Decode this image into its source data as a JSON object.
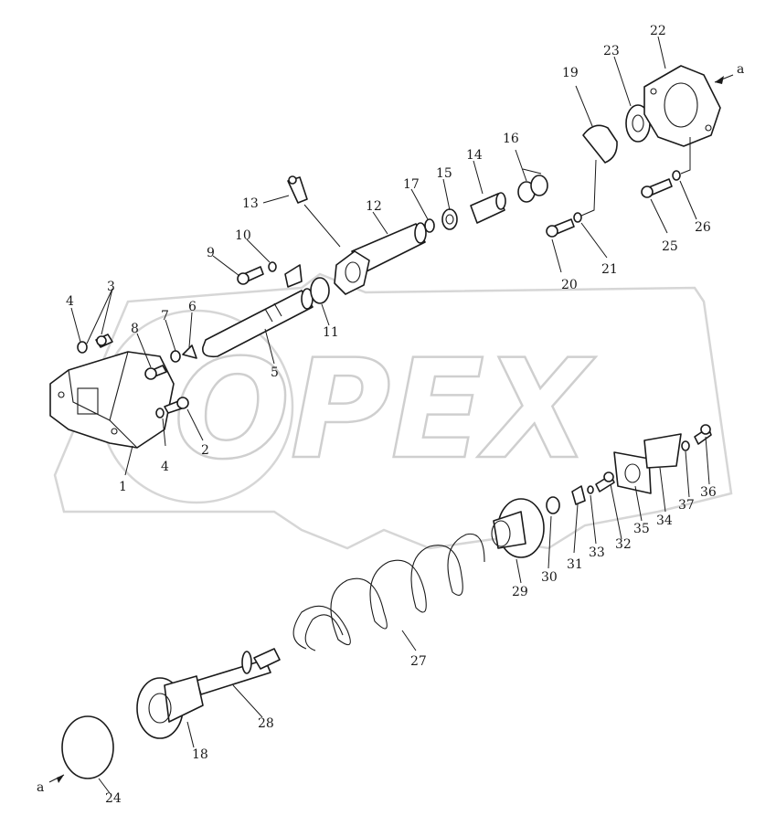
{
  "watermark": {
    "text": "OPEX"
  },
  "arrow_labels": {
    "top": "a",
    "bottom": "a"
  },
  "part_labels": {
    "p1": "1",
    "p2": "2",
    "p3": "3",
    "p4a": "4",
    "p4b": "4",
    "p5": "5",
    "p6": "6",
    "p7": "7",
    "p8": "8",
    "p9": "9",
    "p10": "10",
    "p11": "11",
    "p12": "12",
    "p13": "13",
    "p14": "14",
    "p15": "15",
    "p16": "16",
    "p17": "17",
    "p18": "18",
    "p19": "19",
    "p20": "20",
    "p21": "21",
    "p22": "22",
    "p23": "23",
    "p24": "24",
    "p25": "25",
    "p26": "26",
    "p27": "27",
    "p28": "28",
    "p29": "29",
    "p30": "30",
    "p31": "31",
    "p32": "32",
    "p33": "33",
    "p34": "34",
    "p35": "35",
    "p36": "36",
    "p37": "37"
  }
}
